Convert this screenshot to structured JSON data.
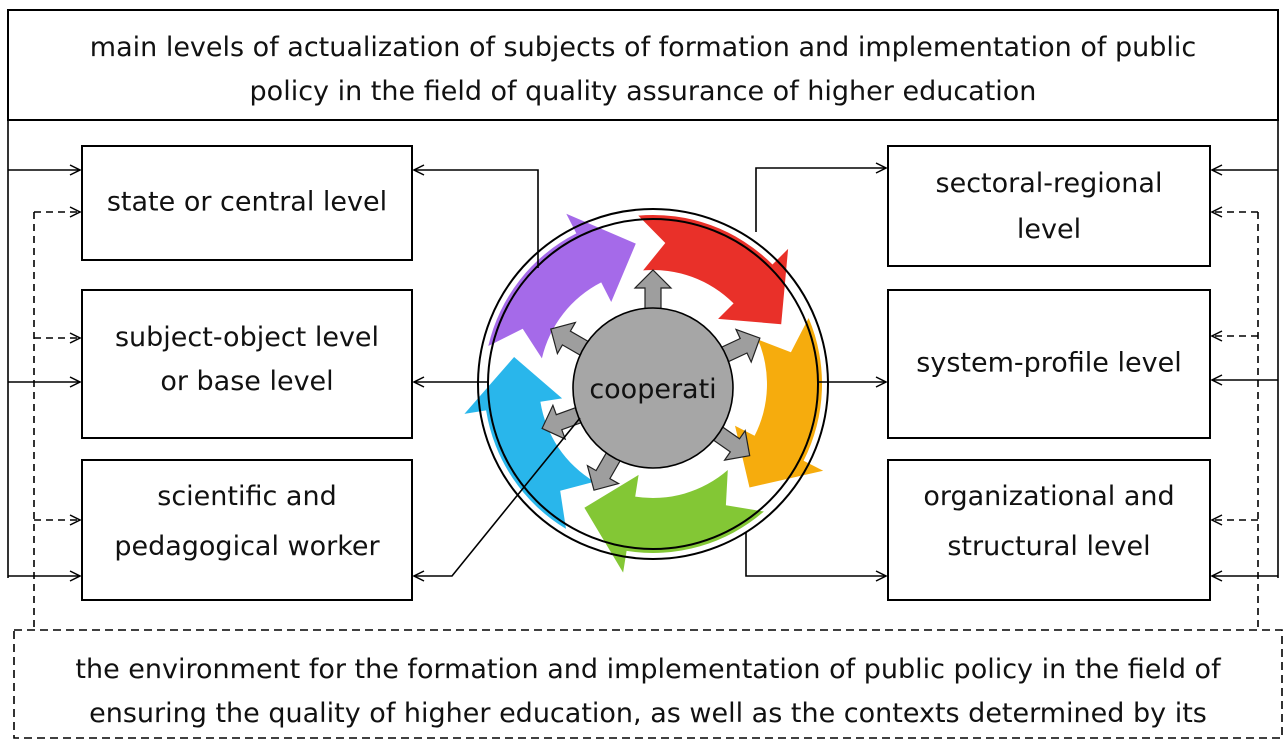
{
  "header": {
    "line1": "main levels of actualization of subjects of formation and implementation of public",
    "line2": "policy in the field of quality assurance of higher education"
  },
  "left_boxes": [
    {
      "lines": [
        "state or central level"
      ]
    },
    {
      "lines": [
        "subject-object level",
        "or base level"
      ]
    },
    {
      "lines": [
        "scientific and",
        "pedagogical worker"
      ]
    }
  ],
  "right_boxes": [
    {
      "lines": [
        "sectoral-regional",
        "level"
      ]
    },
    {
      "lines": [
        "system-profile level"
      ]
    },
    {
      "lines": [
        "organizational and",
        "structural level"
      ]
    }
  ],
  "center": {
    "label": "cooperati",
    "arrow_colors": [
      "#e8251e",
      "#f5a800",
      "#7cc42a",
      "#1db2ea",
      "#a062e8"
    ],
    "hub_color": "#a6a6a6"
  },
  "footer": {
    "line1": "the environment for the formation and implementation of public policy in the field of",
    "line2": "ensuring the quality of higher education, as well as the contexts determined by its"
  }
}
